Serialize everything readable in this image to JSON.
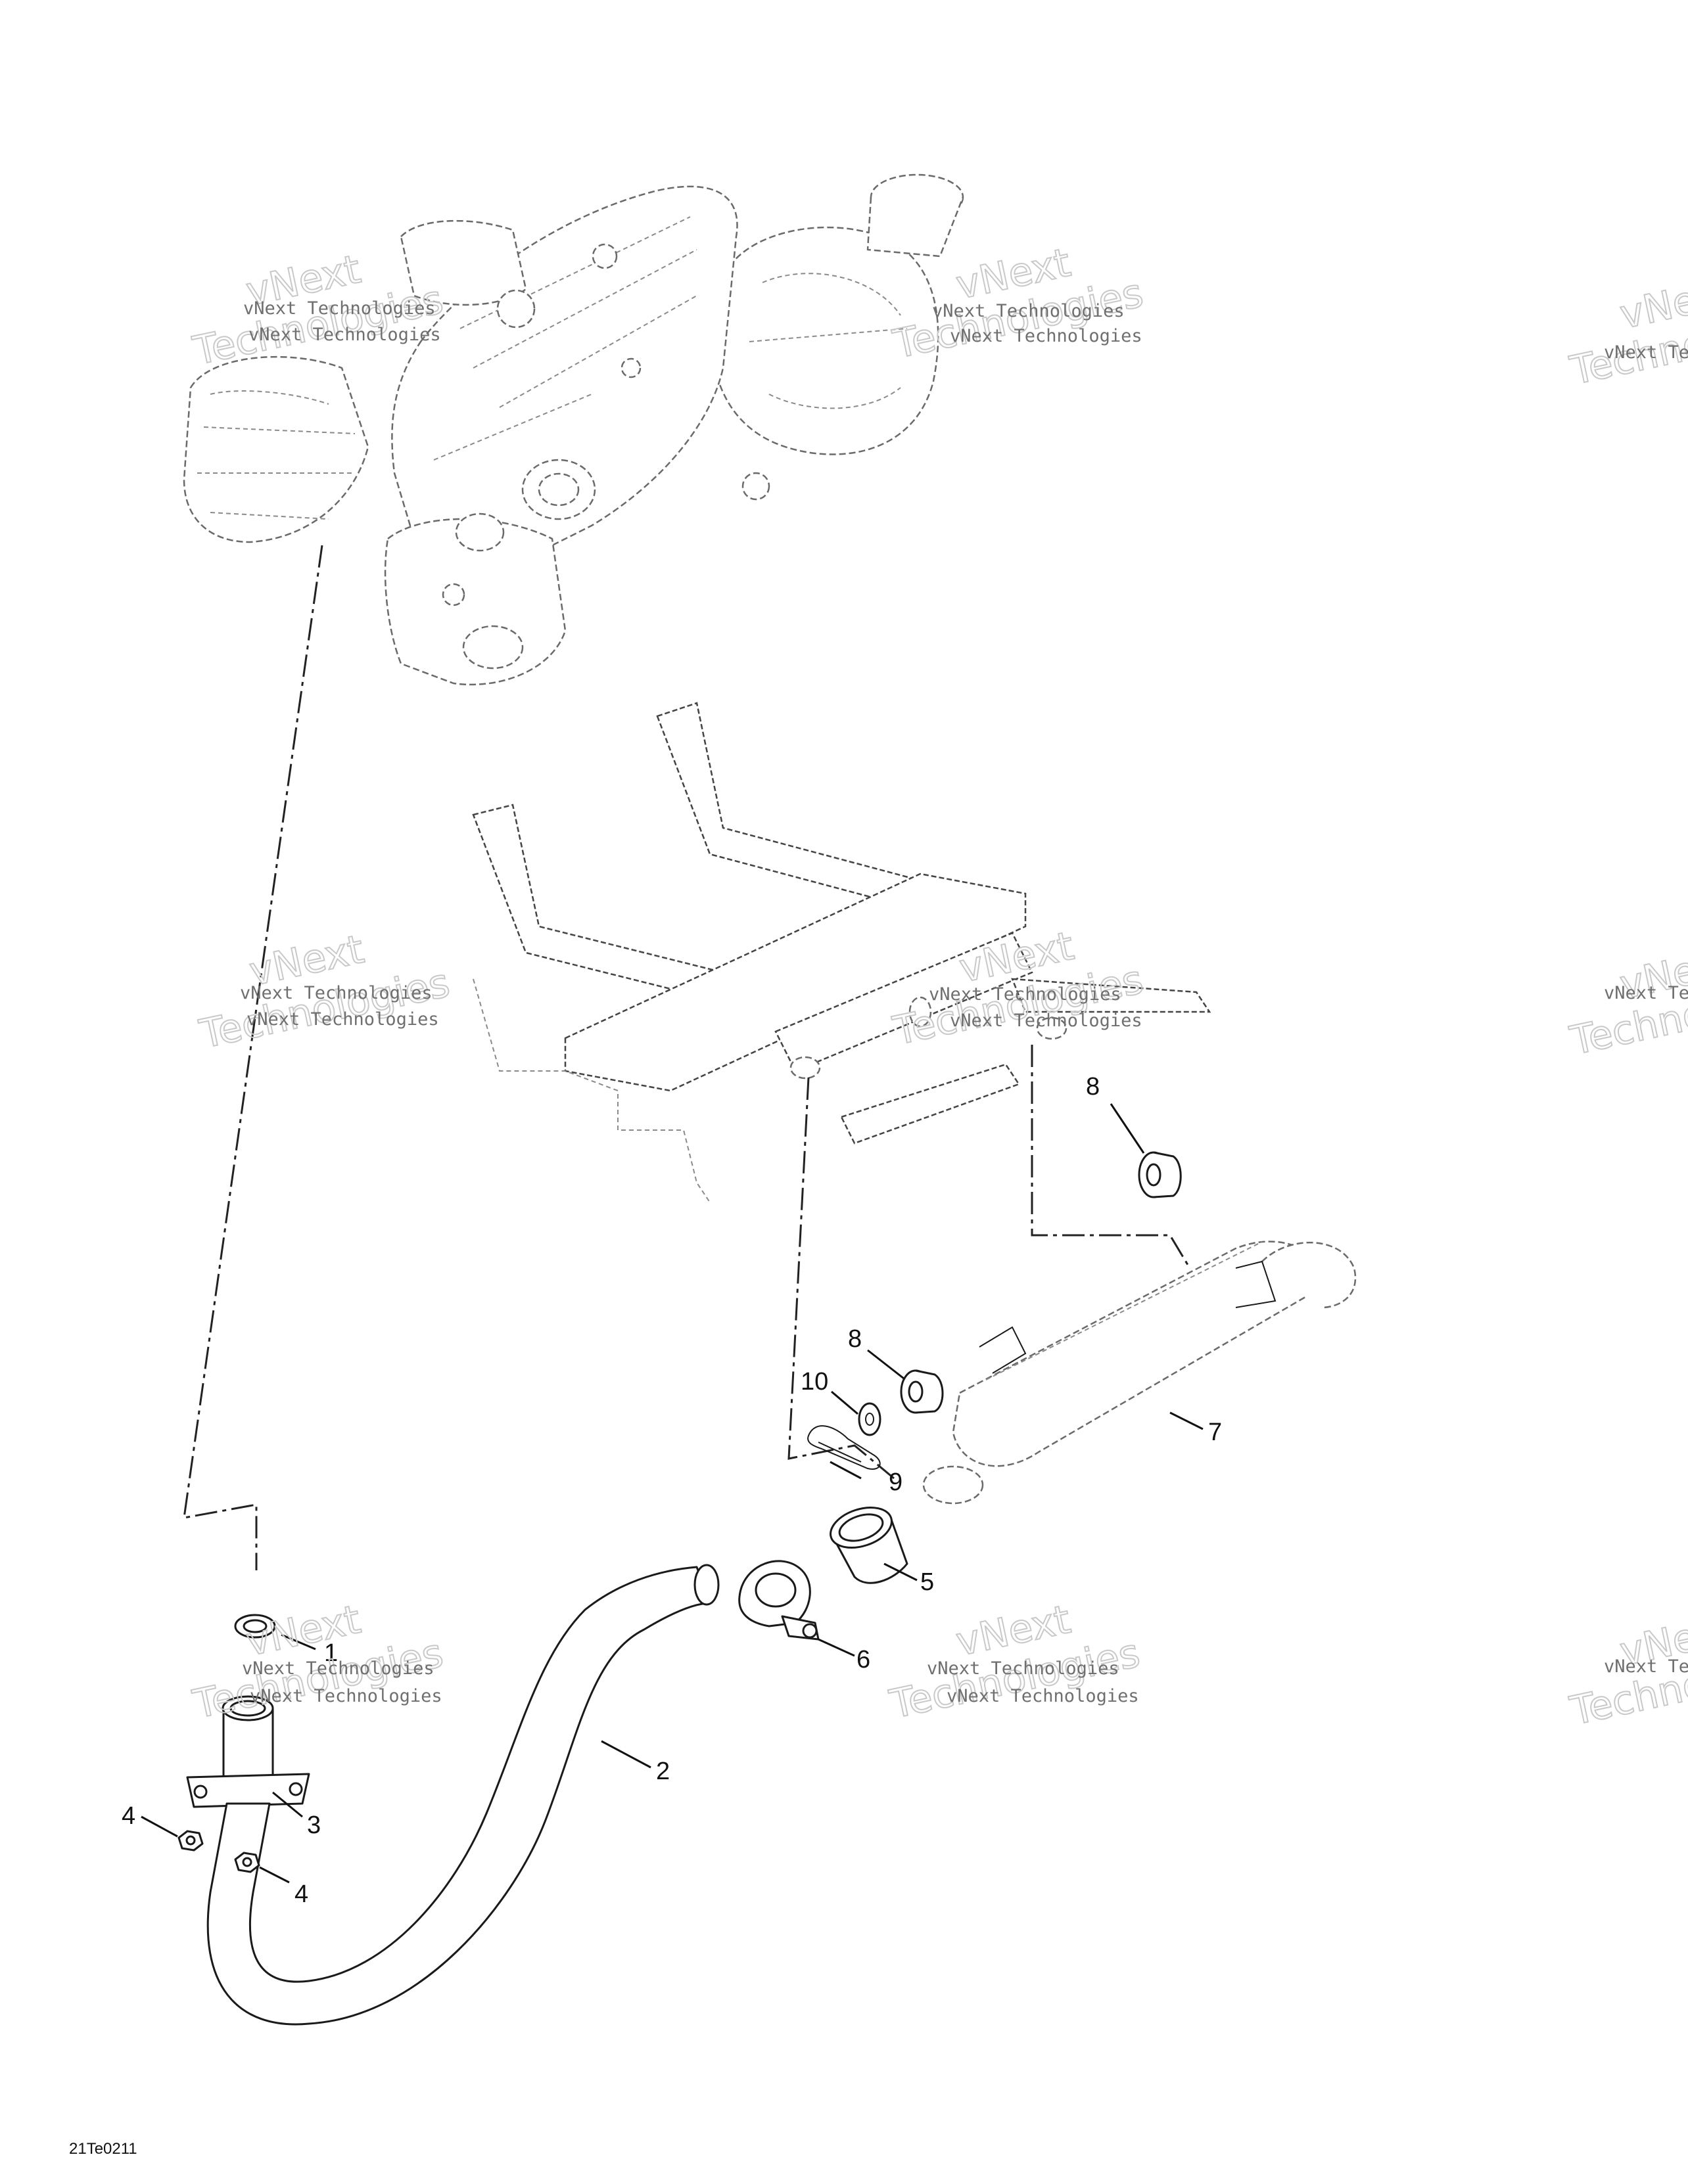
{
  "diagram": {
    "drawing_code": "21Te0211",
    "watermark": {
      "line": "vNext Technologies",
      "word_top": "vNext",
      "word_bottom": "Technologies"
    },
    "callouts": [
      {
        "id": "c1",
        "label": "1"
      },
      {
        "id": "c2",
        "label": "2"
      },
      {
        "id": "c3",
        "label": "3"
      },
      {
        "id": "c4a",
        "label": "4"
      },
      {
        "id": "c4b",
        "label": "4"
      },
      {
        "id": "c5",
        "label": "5"
      },
      {
        "id": "c6",
        "label": "6"
      },
      {
        "id": "c7",
        "label": "7"
      },
      {
        "id": "c8a",
        "label": "8"
      },
      {
        "id": "c8b",
        "label": "8"
      },
      {
        "id": "c9",
        "label": "9"
      },
      {
        "id": "c10",
        "label": "10"
      }
    ]
  }
}
